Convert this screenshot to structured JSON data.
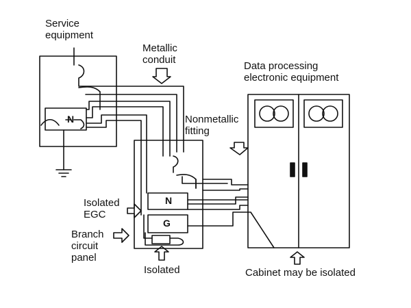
{
  "labels": {
    "service_equipment": [
      "Service",
      "equipment"
    ],
    "metallic_conduit": [
      "Metallic",
      "conduit"
    ],
    "data_processing": [
      "Data processing",
      "electronic equipment"
    ],
    "nonmetallic_fitting": [
      "Nonmetallic",
      "fitting"
    ],
    "isolated_egc": [
      "Isolated",
      "EGC"
    ],
    "branch_circuit_panel": [
      "Branch",
      "circuit",
      "panel"
    ],
    "isolated": "Isolated",
    "cabinet_isolated": "Cabinet may be isolated"
  },
  "terminals": {
    "service_neutral": "N",
    "panel_neutral": "N",
    "panel_ground": "G"
  }
}
